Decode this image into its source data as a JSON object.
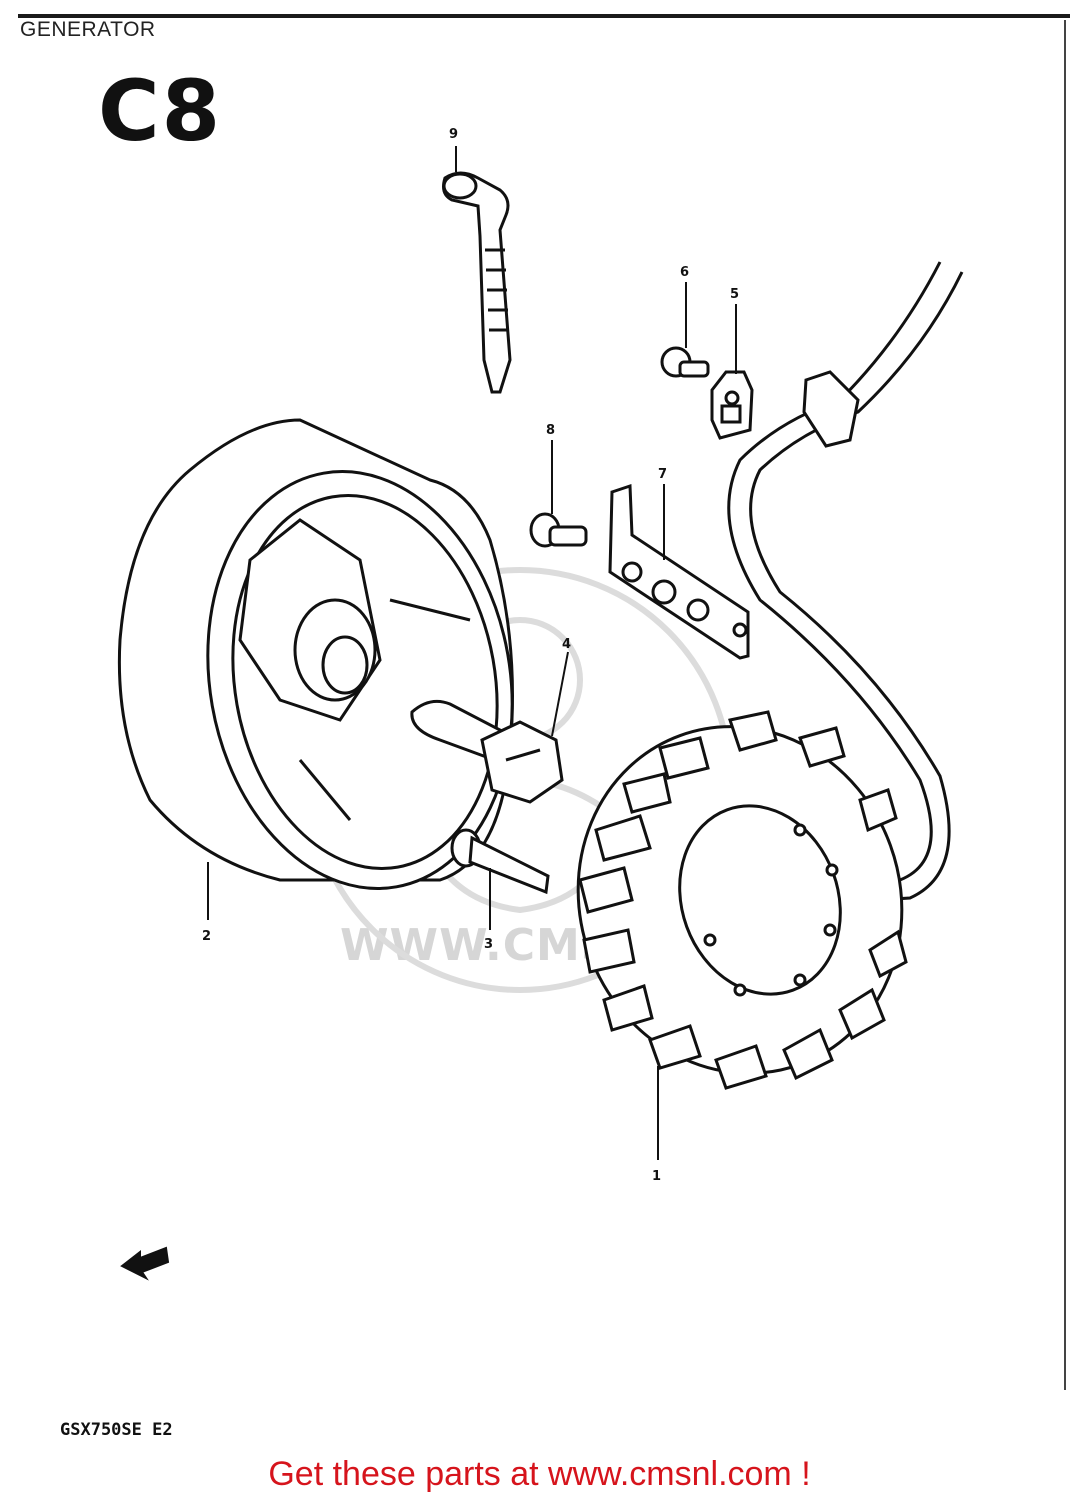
{
  "page": {
    "title": "GENERATOR",
    "section_code": "C8",
    "model_code": "GSX750SE E2",
    "footer_link": "Get these parts at www.cmsnl.com !"
  },
  "watermark": {
    "text": "WWW.CMSNL.COM"
  },
  "callouts": [
    {
      "id": "1"
    },
    {
      "id": "2"
    },
    {
      "id": "3"
    },
    {
      "id": "4"
    },
    {
      "id": "5"
    },
    {
      "id": "6"
    },
    {
      "id": "7"
    },
    {
      "id": "8"
    },
    {
      "id": "9"
    }
  ],
  "colors": {
    "footer": "#d6141c",
    "line": "#111111",
    "watermark": "#d6d6d6"
  }
}
